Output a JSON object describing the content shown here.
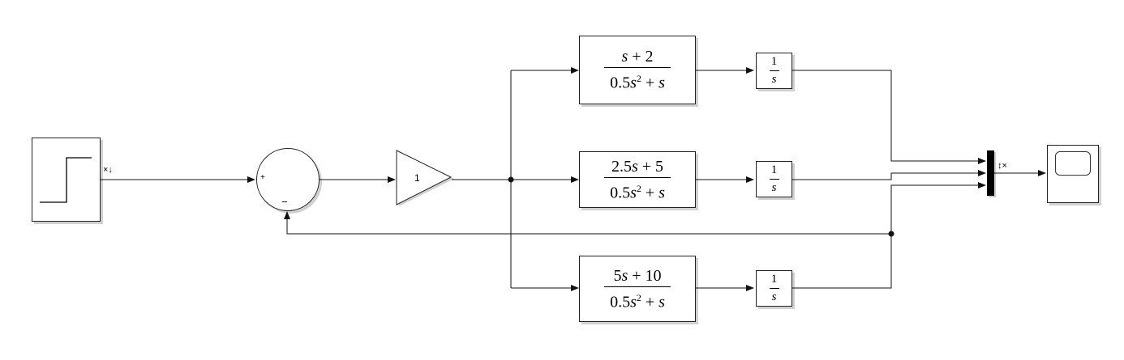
{
  "step": {
    "port_label": "×↓"
  },
  "sum": {
    "plus_sign": "+",
    "minus_sign": "−"
  },
  "gain": {
    "value": "1"
  },
  "transfer_functions": [
    {
      "num_a": "s",
      "num_op": " + 2",
      "den_a": "0.5",
      "den_var": "s",
      "den_exp": "2",
      "den_op": " + ",
      "den_b": "s"
    },
    {
      "num_a": "2.5",
      "num_var": "s",
      "num_op": " + 5",
      "den_a": "0.5",
      "den_var": "s",
      "den_exp": "2",
      "den_op": " + ",
      "den_b": "s"
    },
    {
      "num_a": "5",
      "num_var": "s",
      "num_op": " + 10",
      "den_a": "0.5",
      "den_var": "s",
      "den_exp": "2",
      "den_op": " + ",
      "den_b": "s"
    }
  ],
  "integrators": [
    {
      "num": "1",
      "den": "s"
    },
    {
      "num": "1",
      "den": "s"
    },
    {
      "num": "1",
      "den": "s"
    }
  ],
  "mux": {
    "port_label": "↕×"
  },
  "colors": {
    "line": "#111111",
    "block_border": "#222222",
    "mux_fill": "#000000"
  }
}
